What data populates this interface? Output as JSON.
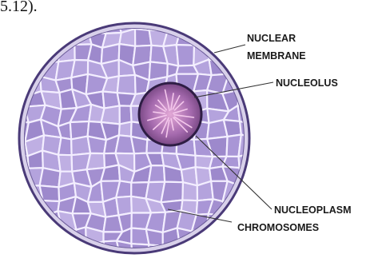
{
  "figure": {
    "caption_fragment": "5.12)."
  },
  "labels": {
    "nuclear_membrane_line1": "NUCLEAR",
    "nuclear_membrane_line2": "MEMBRANE",
    "nucleolus": "NUCLEOLUS",
    "nucleoplasm": "NUCLEOPLASM",
    "chromosomes": "CHROMOSOMES"
  },
  "colors": {
    "membrane": "#5b4a8a",
    "nucleoplasm": "#b7a6dc",
    "chromatin_lines": "#f2ecff",
    "nucleolus": "#8e5d9c",
    "nucleolus_ring": "#3a2652",
    "leader_lines": "#333333"
  }
}
